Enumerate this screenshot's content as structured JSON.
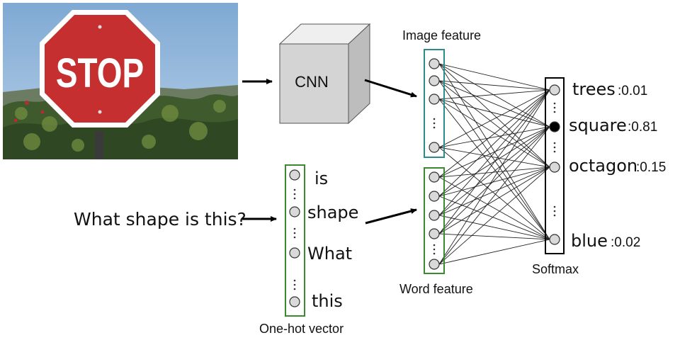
{
  "image": {
    "sign_text": "STOP"
  },
  "cnn": {
    "label": "CNN"
  },
  "question": {
    "text": "What shape is this?"
  },
  "one_hot": {
    "caption": "One-hot vector",
    "words": [
      "is",
      "shape",
      "What",
      "this"
    ]
  },
  "image_feature": {
    "caption": "Image feature"
  },
  "word_feature": {
    "caption": "Word feature"
  },
  "softmax": {
    "caption": "Softmax",
    "outputs": [
      {
        "word": "trees",
        "score": ":0.01",
        "active": false
      },
      {
        "word": "square",
        "score": ":0.81",
        "active": true
      },
      {
        "word": "octagon",
        "score": ":0.15",
        "active": false
      },
      {
        "word": "blue",
        "score": ":0.02",
        "active": false
      }
    ]
  },
  "colors": {
    "image_feature_box": "#2e8b8b",
    "word_feature_box": "#3a8a2e",
    "one_hot_box": "#3a8a2e",
    "softmax_box": "#000000",
    "stop_sign": "#c62f2f",
    "sky": "#8fb7dc"
  },
  "icons": [
    "stop-sign-photo",
    "cnn-cube-icon",
    "arrow-icon"
  ]
}
